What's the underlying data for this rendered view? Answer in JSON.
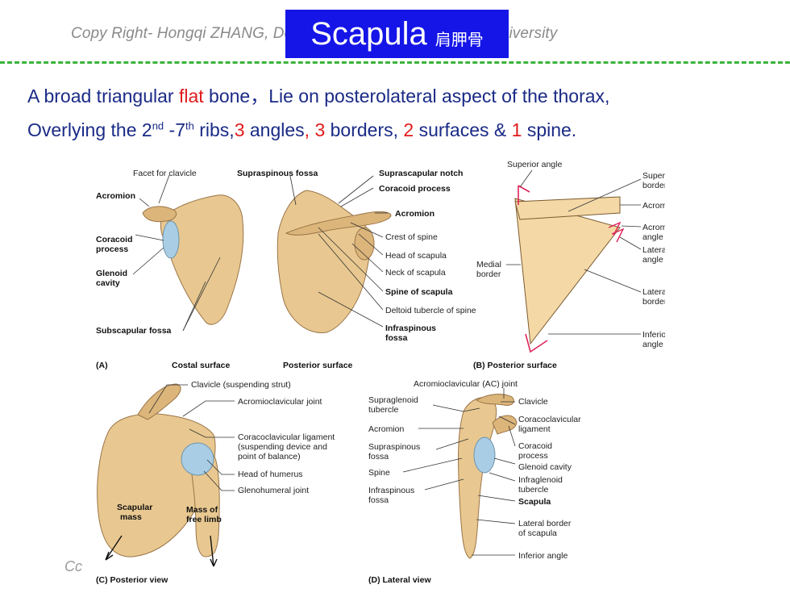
{
  "header": {
    "copyright": "Copy Right- Hongqi ZHANG, Department of Anatomy-Fudan University",
    "title": "Scapula",
    "title_cn": "肩胛骨"
  },
  "intro": {
    "line1": {
      "a": "A broad triangular ",
      "b": "flat",
      "c": " bone，Lie on posterolateral aspect of the thorax,"
    },
    "line2": {
      "a": "Overlying the 2",
      "sup1": "nd",
      "b": " -7",
      "sup2": "th",
      "c": " ribs,",
      "n1": "3",
      "d": " angles",
      "comma1": ",",
      "n2": " 3",
      "e": " borders, ",
      "n3": "2",
      "f": " surfaces & ",
      "n4": "1",
      "g": " spine."
    }
  },
  "panelA": {
    "facet_for_clavicle": "Facet for clavicle",
    "supraspinous_fossa": "Supraspinous fossa",
    "suprascapular_notch": "Suprascapular notch",
    "coracoid_process_top": "Coracoid process",
    "acromion_left": "Acromion",
    "acromion_right": "Acromion",
    "coracoid_l1": "Coracoid",
    "coracoid_l2": "process",
    "crest_of_spine": "Crest of spine",
    "head_of_scapula": "Head of scapula",
    "glenoid_l1": "Glenoid",
    "glenoid_l2": "cavity",
    "neck_of_scapula": "Neck of scapula",
    "spine_of_scapula": "Spine of scapula",
    "deltoid_tubercle": "Deltoid tubercle of spine",
    "subscapular_fossa": "Subscapular fossa",
    "infraspinous_l1": "Infraspinous",
    "infraspinous_l2": "fossa",
    "tag": "(A)",
    "costal_surface": "Costal surface",
    "posterior_surface": "Posterior surface"
  },
  "panelB": {
    "superior_angle": "Superior angle",
    "superior_border_l1": "Superior",
    "superior_border_l2": "border",
    "acromion": "Acromion",
    "acromial_angle_l1": "Acromial",
    "acromial_angle_l2": "angle",
    "lateral_angle_l1": "Lateral",
    "lateral_angle_l2": "angle",
    "medial_border_l1": "Medial",
    "medial_border_l2": "border",
    "lateral_border_l1": "Lateral",
    "lateral_border_l2": "border",
    "inferior_angle_l1": "Inferior",
    "inferior_angle_l2": "angle",
    "caption": "(B) Posterior surface"
  },
  "panelC": {
    "clavicle_strut": "Clavicle (suspending strut)",
    "ac_joint": "Acromioclavicular joint",
    "coracoclavicular_l1": "Coracoclavicular ligament",
    "coracoclavicular_l2": "(suspending device and",
    "coracoclavicular_l3": "point of balance)",
    "head_of_humerus": "Head of humerus",
    "glenohumeral_joint": "Glenohumeral joint",
    "scapular_mass_l1": "Scapular",
    "scapular_mass_l2": "mass",
    "mass_free_limb_l1": "Mass of",
    "mass_free_limb_l2": "free limb",
    "caption": "(C) Posterior view"
  },
  "panelD": {
    "ac_joint": "Acromioclavicular (AC) joint",
    "supraglenoid_l1": "Supraglenoid",
    "supraglenoid_l2": "tubercle",
    "clavicle": "Clavicle",
    "coracoclavicular_l1": "Coracoclavicular",
    "coracoclavicular_l2": "ligament",
    "acromion": "Acromion",
    "supraspinous_l1": "Supraspinous",
    "supraspinous_l2": "fossa",
    "coracoid_l1": "Coracoid",
    "coracoid_l2": "process",
    "glenoid_cavity": "Glenoid cavity",
    "spine": "Spine",
    "infraglenoid_l1": "Infraglenoid",
    "infraglenoid_l2": "tubercle",
    "infraspinous_l1": "Infraspinous",
    "infraspinous_l2": "fossa",
    "scapula": "Scapula",
    "lateral_border_l1": "Lateral border",
    "lateral_border_l2": "of scapula",
    "inferior_angle": "Inferior angle",
    "caption": "(D) Lateral view"
  },
  "footer": {
    "partial_text": "Cc"
  }
}
